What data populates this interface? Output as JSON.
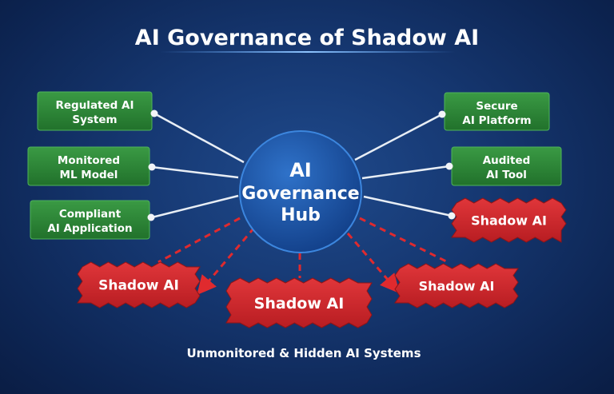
{
  "title": "AI Governance of Shadow AI",
  "hub": {
    "lines": [
      "AI",
      "Governance",
      "Hub"
    ]
  },
  "governed_nodes": [
    {
      "lines": [
        "Regulated AI",
        "System"
      ]
    },
    {
      "lines": [
        "Monitored",
        "ML Model"
      ]
    },
    {
      "lines": [
        "Compliant",
        "AI Application"
      ]
    },
    {
      "lines": [
        "Secure",
        "AI Platform"
      ]
    },
    {
      "lines": [
        "Audited",
        "AI Tool"
      ]
    }
  ],
  "shadow_nodes": [
    {
      "label": "Shadow AI"
    },
    {
      "label": "Shadow AI"
    },
    {
      "label": "Shadow AI"
    },
    {
      "label": "Shadow AI"
    }
  ],
  "footer": "Unmonitored & Hidden AI Systems",
  "colors": {
    "green": "#2e8b3a",
    "red": "#d42a2e",
    "hub": "#1d5bb0",
    "background": "#143470"
  }
}
